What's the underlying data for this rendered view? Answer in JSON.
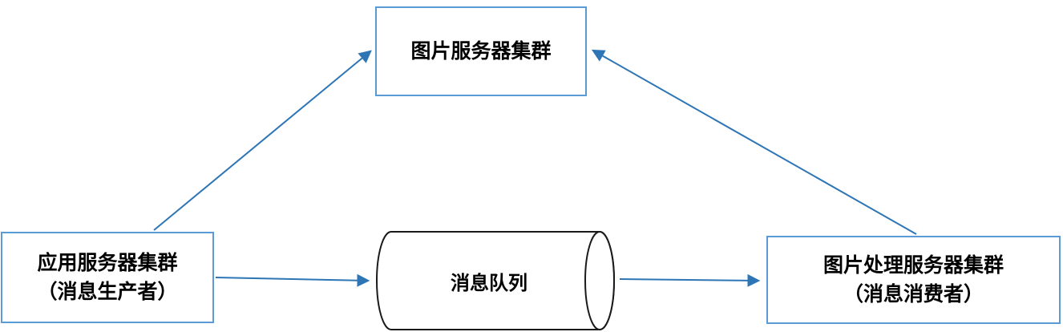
{
  "diagram": {
    "type": "architecture-flow",
    "nodes": {
      "image_server": {
        "label": "图片服务器集群",
        "shape": "rectangle"
      },
      "app_server": {
        "line1": "应用服务器集群",
        "line2": "（消息生产者）",
        "shape": "rectangle"
      },
      "message_queue": {
        "label": "消息队列",
        "shape": "cylinder"
      },
      "image_processor": {
        "line1": "图片处理服务器集群",
        "line2": "（消息消费者）",
        "shape": "rectangle"
      }
    },
    "edges": [
      {
        "from": "app_server",
        "to": "image_server",
        "style": "arrow"
      },
      {
        "from": "image_processor",
        "to": "image_server",
        "style": "arrow"
      },
      {
        "from": "app_server",
        "to": "message_queue",
        "style": "arrow"
      },
      {
        "from": "message_queue",
        "to": "image_processor",
        "style": "arrow"
      }
    ],
    "colors": {
      "box_border": "#5B9BD5",
      "arrow": "#2E75B6",
      "cylinder_stroke": "#1a1a1a",
      "text": "#000000",
      "background": "#FFFFFF"
    }
  }
}
